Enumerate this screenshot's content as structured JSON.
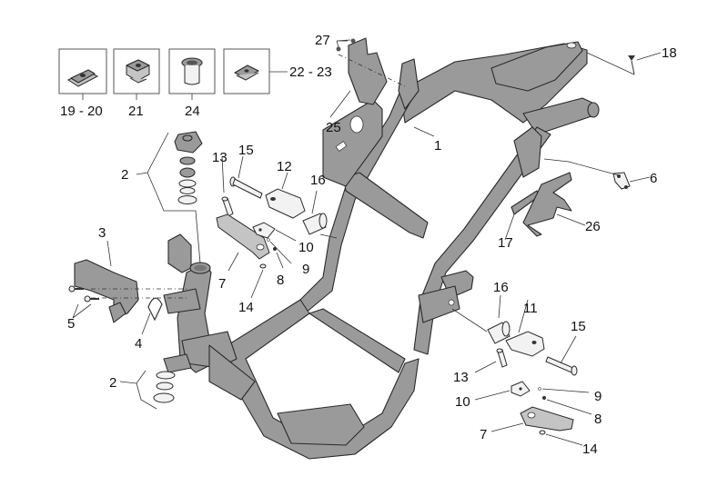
{
  "diagram": {
    "title": "Frame exploded parts diagram",
    "colors": {
      "part_fill": "#9a9a9a",
      "outline": "#2a2a2a",
      "background": "#ffffff"
    },
    "detail_boxes": [
      {
        "id": "box-1",
        "label": "19 - 20",
        "part": "spring-clip-nut"
      },
      {
        "id": "box-2",
        "label": "21",
        "part": "cage-nut"
      },
      {
        "id": "box-3",
        "label": "24",
        "part": "rubber-grommet"
      },
      {
        "id": "box-4",
        "label": "22 - 23",
        "part": "speed-nut"
      }
    ],
    "callouts": [
      {
        "label": "27",
        "part": "screws"
      },
      {
        "label": "18",
        "part": "rivet"
      },
      {
        "label": "25",
        "part": "bracket"
      },
      {
        "label": "1",
        "part": "frame"
      },
      {
        "label": "2",
        "part": "steering-bearing-set-upper"
      },
      {
        "label": "15",
        "part": "pin-left"
      },
      {
        "label": "13",
        "part": "pin-left-small"
      },
      {
        "label": "12",
        "part": "footrest-support-left"
      },
      {
        "label": "16",
        "part": "bushing-left"
      },
      {
        "label": "6",
        "part": "clamp"
      },
      {
        "label": "17",
        "part": "pad"
      },
      {
        "label": "26",
        "part": "bracket-right"
      },
      {
        "label": "3",
        "part": "front-bracket"
      },
      {
        "label": "10",
        "part": "plate-left"
      },
      {
        "label": "9",
        "part": "ball-left"
      },
      {
        "label": "7",
        "part": "footpeg-left"
      },
      {
        "label": "8",
        "part": "spring-left"
      },
      {
        "label": "14",
        "part": "washer-left"
      },
      {
        "label": "5",
        "part": "bolts"
      },
      {
        "label": "4",
        "part": "clip"
      },
      {
        "label": "16",
        "part": "bushing-right"
      },
      {
        "label": "11",
        "part": "footrest-support-right"
      },
      {
        "label": "15",
        "part": "pin-right"
      },
      {
        "label": "2",
        "part": "steering-bearing-set-lower"
      },
      {
        "label": "13",
        "part": "pin-right-small"
      },
      {
        "label": "9",
        "part": "ball-right"
      },
      {
        "label": "10",
        "part": "plate-right"
      },
      {
        "label": "8",
        "part": "spring-right"
      },
      {
        "label": "7",
        "part": "footpeg-right"
      },
      {
        "label": "14",
        "part": "washer-right"
      }
    ]
  }
}
